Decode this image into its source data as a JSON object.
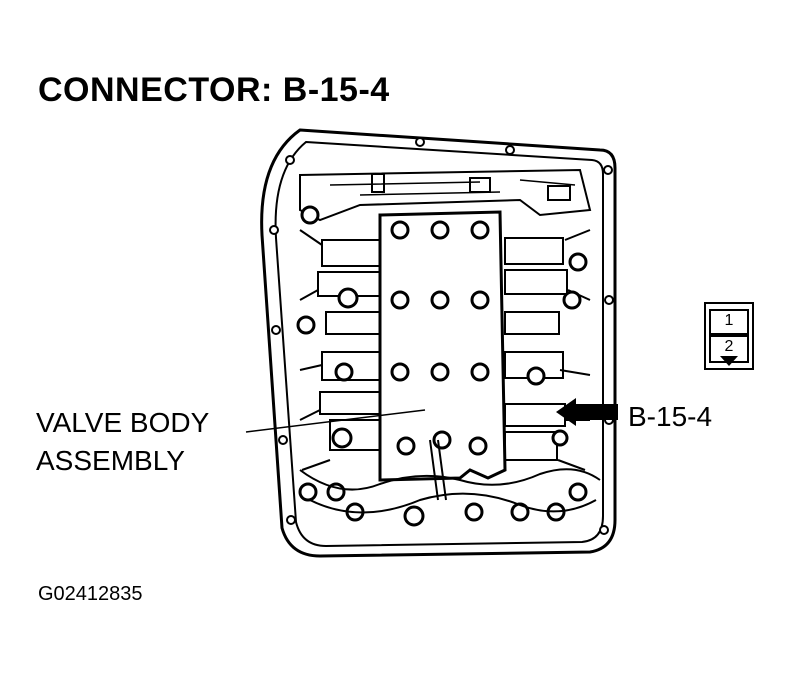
{
  "title": "CONNECTOR: B-15-4",
  "labels": {
    "valve_body_line1": "VALVE BODY",
    "valve_body_line2": "ASSEMBLY",
    "connector": "B-15-4"
  },
  "connector_pins": [
    "1",
    "2"
  ],
  "figure_number": "G02412835",
  "colors": {
    "line": "#000000",
    "background": "#ffffff"
  }
}
